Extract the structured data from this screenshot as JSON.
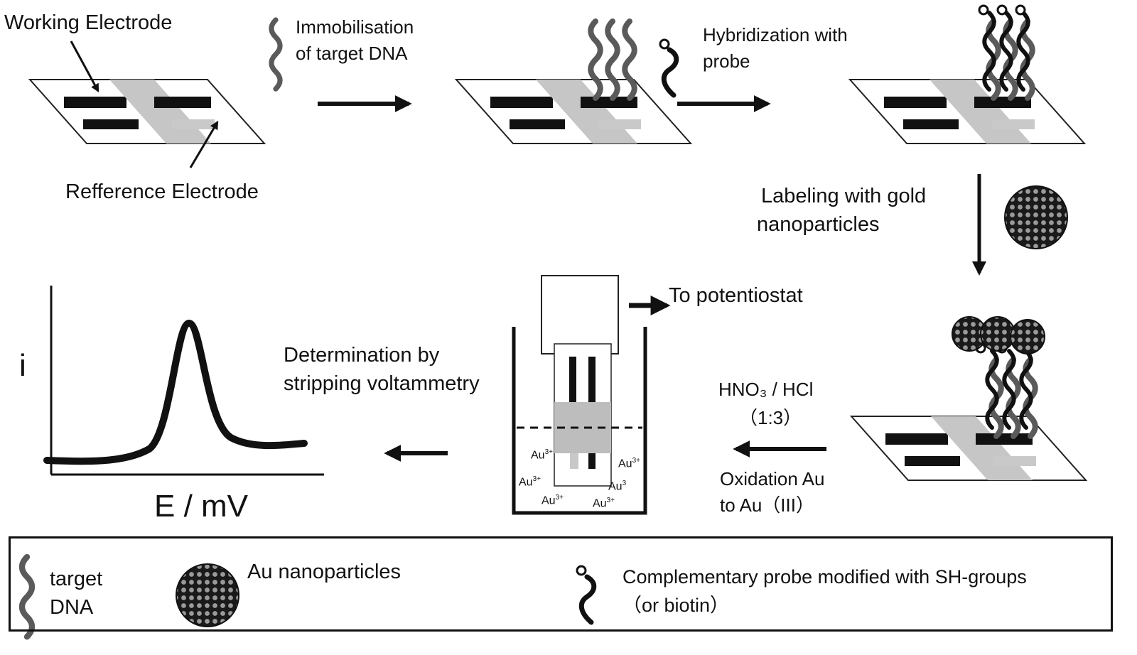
{
  "labels": {
    "working_electrode": "Working Electrode",
    "reference_electrode": "Refference Electrode",
    "immobilisation_1": "Immobilisation",
    "immobilisation_2": "of target DNA",
    "hybridization_1": "Hybridization with",
    "hybridization_2": "probe",
    "labeling_1": "Labeling with gold",
    "labeling_2": "nanoparticles",
    "to_potentiostat": "To potentiostat",
    "determination_1": "Determination by",
    "determination_2": "stripping voltammetry",
    "acid_1": "HNO₃ / HCl",
    "acid_2": "（1:3）",
    "oxidation_1": "Oxidation Au",
    "oxidation_2": "to Au（III）"
  },
  "au_ions": [
    {
      "text": "Au",
      "sup": "3+"
    },
    {
      "text": "Au",
      "sup": "3+"
    },
    {
      "text": "Au",
      "sup": "3+"
    },
    {
      "text": "Au",
      "sup": "3"
    },
    {
      "text": "Au",
      "sup": "3+"
    },
    {
      "text": "Au",
      "sup": "3+"
    }
  ],
  "plot": {
    "ylabel": "i",
    "xlabel": "E / mV"
  },
  "legend": {
    "target_dna_1": "target",
    "target_dna_2": "DNA",
    "au_nanoparticles": "Au nanoparticles",
    "probe_1": "Complementary  probe modified with SH-groups",
    "probe_2": "（or biotin）"
  },
  "colors": {
    "electrode_black": "#111111",
    "reference_gray": "#c8c8c8",
    "target_dna_gray": "#555555",
    "nanoparticle_dot": "#9a9a9a"
  }
}
